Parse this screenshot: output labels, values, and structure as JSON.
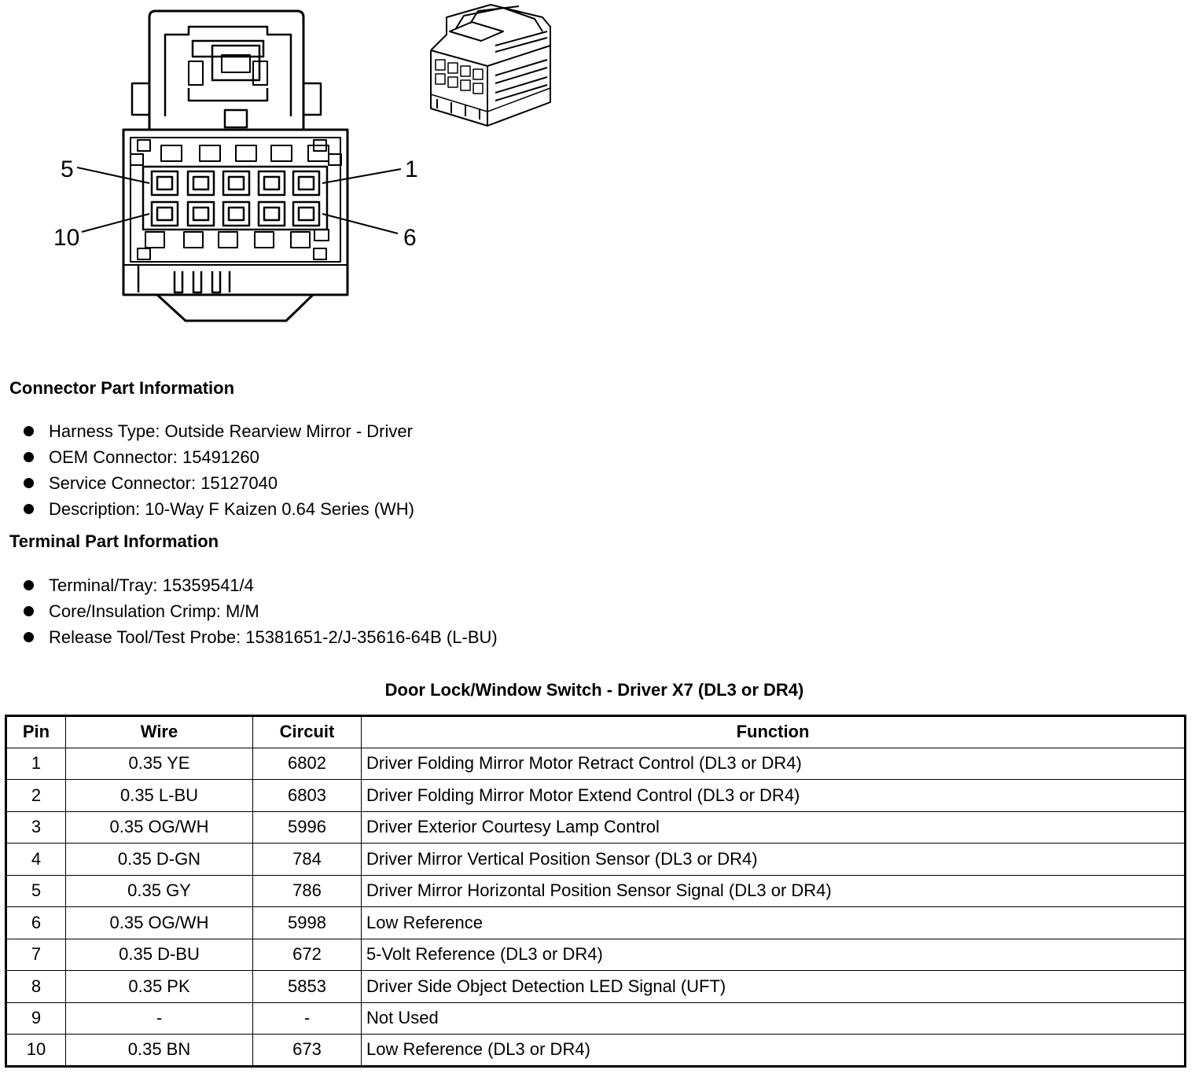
{
  "connector_view": {
    "callouts": [
      "5",
      "1",
      "10",
      "6"
    ],
    "icon": "connector-face-diagram",
    "iso_icon": "connector-isometric-diagram"
  },
  "connector_info": {
    "title": "Connector Part Information",
    "items": [
      "Harness Type: Outside Rearview Mirror - Driver",
      "OEM Connector: 15491260",
      "Service Connector: 15127040",
      "Description: 10-Way F Kaizen 0.64 Series (WH)"
    ]
  },
  "terminal_info": {
    "title": "Terminal Part Information",
    "items": [
      "Terminal/Tray: 15359541/4",
      "Core/Insulation Crimp: M/M",
      "Release Tool/Test Probe: 15381651-2/J-35616-64B (L-BU)"
    ]
  },
  "pin_table": {
    "title": "Door Lock/Window Switch - Driver X7 (DL3 or DR4)",
    "headers": [
      "Pin",
      "Wire",
      "Circuit",
      "Function"
    ],
    "rows": [
      [
        "1",
        "0.35 YE",
        "6802",
        "Driver Folding Mirror Motor Retract Control (DL3 or DR4)"
      ],
      [
        "2",
        "0.35 L-BU",
        "6803",
        "Driver Folding Mirror Motor Extend Control (DL3 or DR4)"
      ],
      [
        "3",
        "0.35 OG/WH",
        "5996",
        "Driver Exterior Courtesy Lamp Control"
      ],
      [
        "4",
        "0.35 D-GN",
        "784",
        "Driver Mirror Vertical Position Sensor (DL3 or DR4)"
      ],
      [
        "5",
        "0.35 GY",
        "786",
        "Driver Mirror Horizontal Position Sensor Signal (DL3 or DR4)"
      ],
      [
        "6",
        "0.35 OG/WH",
        "5998",
        "Low Reference"
      ],
      [
        "7",
        "0.35 D-BU",
        "672",
        "5-Volt Reference (DL3 or DR4)"
      ],
      [
        "8",
        "0.35 PK",
        "5853",
        "Driver Side Object Detection LED Signal (UFT)"
      ],
      [
        "9",
        "-",
        "-",
        "Not Used"
      ],
      [
        "10",
        "0.35 BN",
        "673",
        "Low Reference (DL3 or DR4)"
      ]
    ]
  }
}
